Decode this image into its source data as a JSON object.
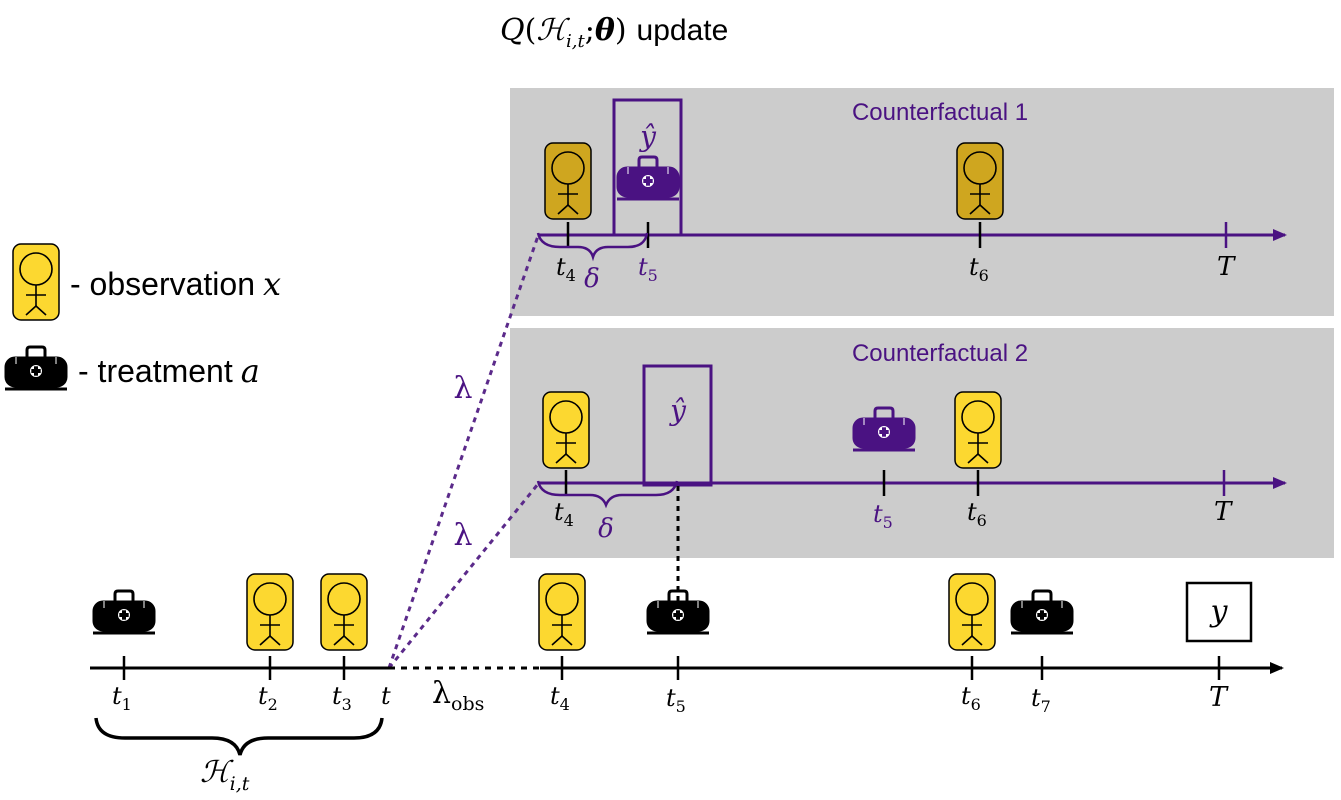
{
  "title": {
    "q": "Q",
    "open": "(",
    "H": "ℋ",
    "h_sub": "i,t",
    "sep": ";",
    "theta": "θ",
    "close": ")",
    "word": "update"
  },
  "legend": {
    "observation_label": "- observation",
    "observation_var": "x",
    "treatment_label": "- treatment",
    "treatment_var": "a"
  },
  "counterfactual_1": {
    "title": "Counterfactual 1",
    "yhat": "ŷ",
    "ticks": [
      {
        "base": "t",
        "sub": "4"
      },
      {
        "base": "t",
        "sub": "5"
      },
      {
        "base": "t",
        "sub": "6"
      },
      {
        "base": "T",
        "sub": ""
      }
    ],
    "delta": "δ"
  },
  "counterfactual_2": {
    "title": "Counterfactual 2",
    "yhat": "ŷ",
    "ticks": [
      {
        "base": "t",
        "sub": "4"
      },
      {
        "base": "t",
        "sub": "5"
      },
      {
        "base": "t",
        "sub": "6"
      },
      {
        "base": "T",
        "sub": ""
      }
    ],
    "delta": "δ"
  },
  "main_timeline": {
    "ticks": [
      {
        "base": "t",
        "sub": "1"
      },
      {
        "base": "t",
        "sub": "2"
      },
      {
        "base": "t",
        "sub": "3"
      },
      {
        "base": "t",
        "sub": ""
      },
      {
        "base": "t",
        "sub": "4"
      },
      {
        "base": "t",
        "sub": "5"
      },
      {
        "base": "t",
        "sub": "6"
      },
      {
        "base": "t",
        "sub": "7"
      },
      {
        "base": "T",
        "sub": ""
      }
    ],
    "outcome": "y",
    "history": {
      "base": "ℋ",
      "sub": "i,t"
    }
  },
  "intensity": {
    "lambda": "λ",
    "lambda_obs_base": "λ",
    "lambda_obs_sub": "obs"
  },
  "colors": {
    "purple": "#4a1282",
    "dotted": "#5b2a8a",
    "panel": "#cccccc",
    "yellow": "#fcd830",
    "gold": "#cfa61f",
    "black": "#000000"
  }
}
